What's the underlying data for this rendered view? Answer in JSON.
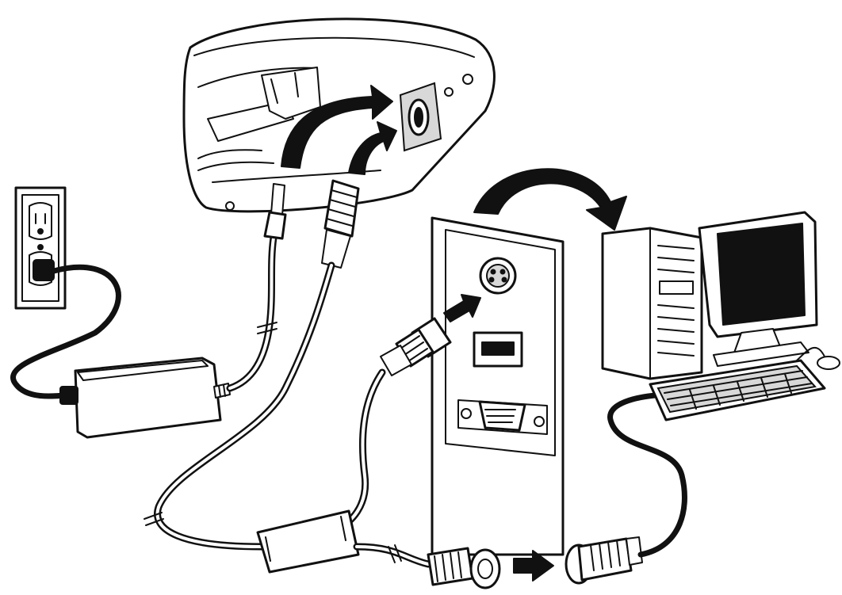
{
  "diagram": {
    "components": [
      {
        "id": "wall-outlet",
        "icon": "power-outlet-icon"
      },
      {
        "id": "power-supply",
        "icon": "power-brick-icon"
      },
      {
        "id": "scanner-base",
        "icon": "scanner-stand-icon"
      },
      {
        "id": "pc-rear-panel",
        "icon": "ps2-usb-serial-panel-icon"
      },
      {
        "id": "desktop-computer",
        "icon": "computer-tower-monitor-icon"
      },
      {
        "id": "keyboard",
        "icon": "keyboard-icon"
      }
    ],
    "arrows": [
      "insert-power-plug",
      "insert-interface-cable",
      "insert-ps2-into-pc",
      "join-keyboard-wedge",
      "rotate-to-pc-rear"
    ]
  },
  "colors": {
    "line": "#111111",
    "background": "#ffffff",
    "panel_shade": "#d8d8d8"
  }
}
